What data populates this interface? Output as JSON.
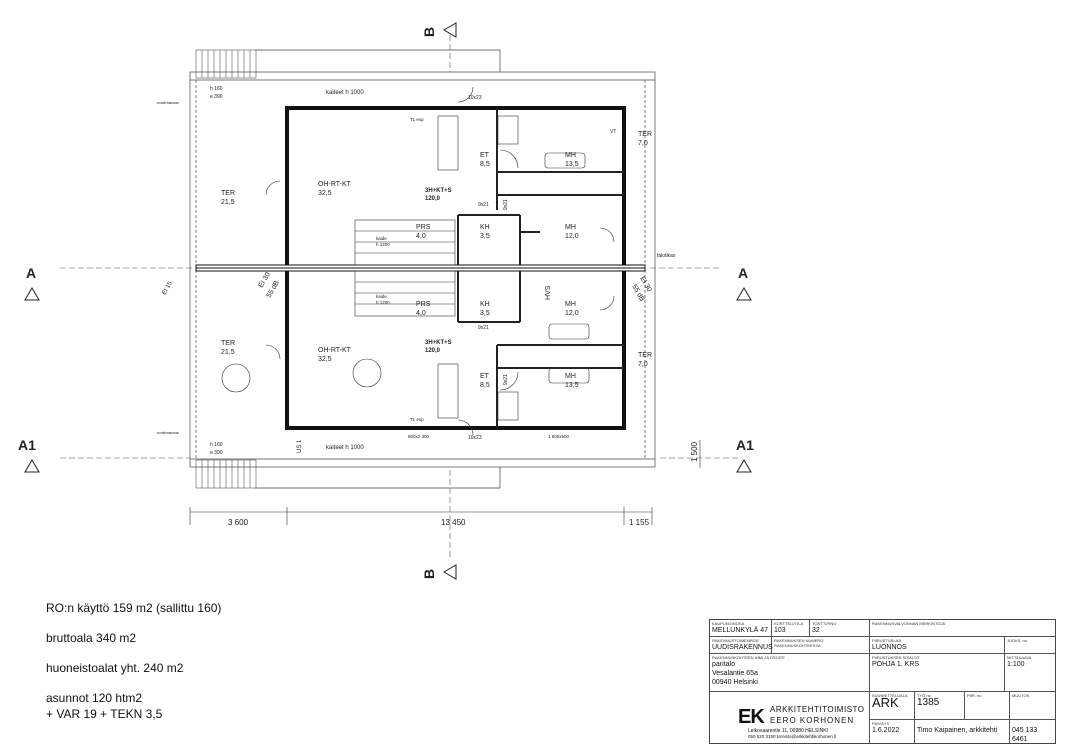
{
  "section_markers": {
    "a_left": "A",
    "a_right": "A",
    "a1_left": "A1",
    "a1_right": "A1",
    "b_top": "B",
    "b_bottom": "B"
  },
  "rooms": {
    "ter_top_name": "TER",
    "ter_top_area": "21,5",
    "ter_bot_name": "TER",
    "ter_bot_area": "21,5",
    "oh_top_name": "OH-RT-KT",
    "oh_top_area": "32,5",
    "oh_bot_name": "OH-RT-KT",
    "oh_bot_area": "32,5",
    "apt_top_type": "3H+KT+S",
    "apt_top_area": "120,0",
    "apt_bot_type": "3H+KT+S",
    "apt_bot_area": "120,0",
    "prs_top_name": "PRS",
    "prs_top_area": "4,0",
    "prs_bot_name": "PRS",
    "prs_bot_area": "4,0",
    "kh_top_name": "KH",
    "kh_top_area": "3,5",
    "kh_bot_name": "KH",
    "kh_bot_area": "3,5",
    "et_top_name": "ET",
    "et_top_area": "8,5",
    "et_bot_name": "ET",
    "et_bot_area": "8,5",
    "mh1_top_name": "MH",
    "mh1_top_area": "13,5",
    "mh2_top_name": "MH",
    "mh2_top_area": "12,0",
    "mh2_bot_name": "MH",
    "mh2_bot_area": "12,0",
    "mh1_bot_name": "MH",
    "mh1_bot_area": "13,5",
    "ter_right_top_name": "TER",
    "ter_right_top_area": "7,0",
    "ter_right_bot_name": "TER",
    "ter_right_bot_area": "7,0"
  },
  "labels": {
    "kaiteet_top": "kaiteet h 1000",
    "kaiteet_bot": "kaiteet h 1000",
    "hvs": "HVS",
    "talotikas": "talotikas",
    "ei30_left": "EI 30",
    "db_left": "55 dB",
    "ei30_right": "EI 30",
    "db_right": "55 dB",
    "ei15": "EI 15",
    "us1": "US 1",
    "h160_top": "h 160",
    "e390_top": "e 390",
    "h160_bot": "h 160",
    "e390_bot": "e 390",
    "nostimaraus_top": "nostimaraus",
    "nostimaraus_bot": "nostimaraus",
    "tl_top": "TL esp",
    "tl_bot": "TL esp",
    "kaide_top": "kaide",
    "kaide_top_h": "h 1200",
    "kaide_bot": "kaide",
    "kaide_bot_h": "h 1200",
    "d10x23_top": "10x23",
    "d10x23_bot": "10x23",
    "d9x21_a": "9x21",
    "d9x21_b": "9x21",
    "d9x21_c": "9x21",
    "d9x21_d": "9x21",
    "vt": "VT",
    "win_800": "800x2 300",
    "win_1800": "1 800x500"
  },
  "dimensions": {
    "d1": "3 600",
    "d2": "13 450",
    "d3": "1 155",
    "side": "1 500"
  },
  "notes": {
    "line1": "RO:n käyttö 159 m2  (sallittu 160)",
    "line2": "bruttoala 340 m2",
    "line3": "huoneistoalat yht. 240 m2",
    "line4": "asunnot 120 htm2",
    "line5": "+ VAR 19 + TEKN 3,5"
  },
  "title_block": {
    "kaupunginosa_label": "KAUPUNGINOSA",
    "kaupunginosa": "MELLUNKYLÄ 47",
    "kortteli_label": "KORTTELI/TILA",
    "kortteli": "103",
    "tontti_label": "TONTTI/RNO",
    "tontti": "32",
    "merkinta_label": "RAKENNUSVALVONNAN MERKINTÖJÄ",
    "toimenpide_label": "RAKENNUSTOIMENPIDE",
    "toimenpide": "UUDISRAKENNUS",
    "rak_no_label": "RAKENNUKSEN NUMERO RAKENNUSKOHTEESSA",
    "piirustuslaji_label": "PIIRUSTUSLAJI",
    "piirustuslaji": "LUONNOS",
    "juokseva_label": "JUOKS. no",
    "kohde_label": "RAKENNUSKOHTEEN NIMI JA OSOITE",
    "kohde1": "paritalo",
    "kohde2": "Vesalantie 65a",
    "kohde3": "00940 Helsinki",
    "sisalto_label": "PIIRUSTUKSEN SISÄLTÖ",
    "sisalto": "POHJA 1. KRS",
    "mittakaava_label": "MITTAKAAVA",
    "mittakaava": "1:100",
    "logo_mark": "EK",
    "office1": "ARKKITEHTITOIMISTO",
    "office2": "EERO KORHONEN",
    "office_addr": "Leikosaarentie 11, 00980 HELSINKI",
    "office_contact": "050 520 3150  tornisto@arkkitehtikorhonen.fi",
    "suunnitteluala_label": "SUUNNITTELUALA",
    "tyo_label": "TYÖ no",
    "piir_label": "PIIR. no",
    "muutos_label": "MUUTOS",
    "ala": "ARK",
    "piir_no": "1385",
    "paivays_label": "PÄIVÄYS",
    "paivays": "1.6.2022",
    "suunnittelija": "Timo Kaipainen, arkkitehti",
    "puhelin": "045 133 6461"
  }
}
